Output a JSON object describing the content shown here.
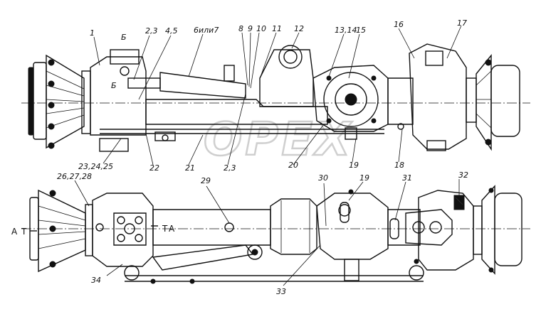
{
  "top_view": {
    "callouts": [
      "1",
      "Б",
      "2,3",
      "4,5",
      "6или7",
      "8",
      "9",
      "10",
      "11",
      "12",
      "13,14",
      "15",
      "16",
      "17",
      "Б",
      "23,24,25",
      "22",
      "21",
      "2,3",
      "20",
      "19",
      "18"
    ]
  },
  "bottom_view": {
    "callouts": [
      "26,27,28",
      "29",
      "30",
      "19",
      "31",
      "32",
      "34",
      "33"
    ],
    "section_marks": [
      "А",
      "А"
    ]
  },
  "watermark": {
    "text": "OPEX"
  },
  "colors": {
    "ink": "#111111",
    "watermark": "#cfcfcf",
    "background": "#ffffff"
  }
}
